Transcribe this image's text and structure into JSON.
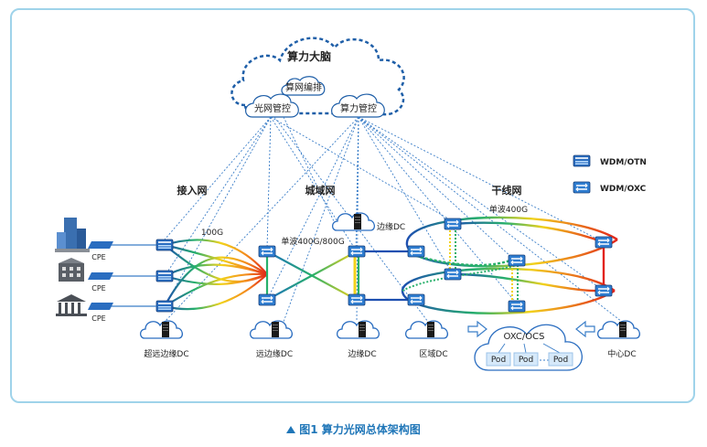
{
  "cloud": {
    "title": "算力大脑",
    "orchestrate": "算网编排",
    "optical_ctrl": "光网管控",
    "compute_ctrl": "算力管控"
  },
  "regions": {
    "access": "接入网",
    "metro": "城域网",
    "backbone": "干线网"
  },
  "legend": {
    "otn": "WDM/OTN",
    "oxc": "WDM/OXC"
  },
  "rates": {
    "access": "100G",
    "metro": "单波400G/800G",
    "backbone": "单波400G"
  },
  "cpe": [
    "CPE",
    "CPE",
    "CPE"
  ],
  "dc": {
    "edge_top": "边缘DC",
    "ultra_far": "超远边缘DC",
    "far": "远边缘DC",
    "edge": "边缘DC",
    "regional": "区域DC",
    "center": "中心DC"
  },
  "oxc_cloud": {
    "title": "OXC/OCS",
    "pods": [
      "Pod",
      "Pod",
      "Pod"
    ]
  },
  "caption": {
    "text": "图1  算力光网总体架构图"
  },
  "colors": {
    "frame": "#9fd3ea",
    "cloud_stroke": "#1f5fa8",
    "dash_line": "#3b7ec8",
    "accent": "#1f76b8",
    "device": "#2a6dc0"
  }
}
